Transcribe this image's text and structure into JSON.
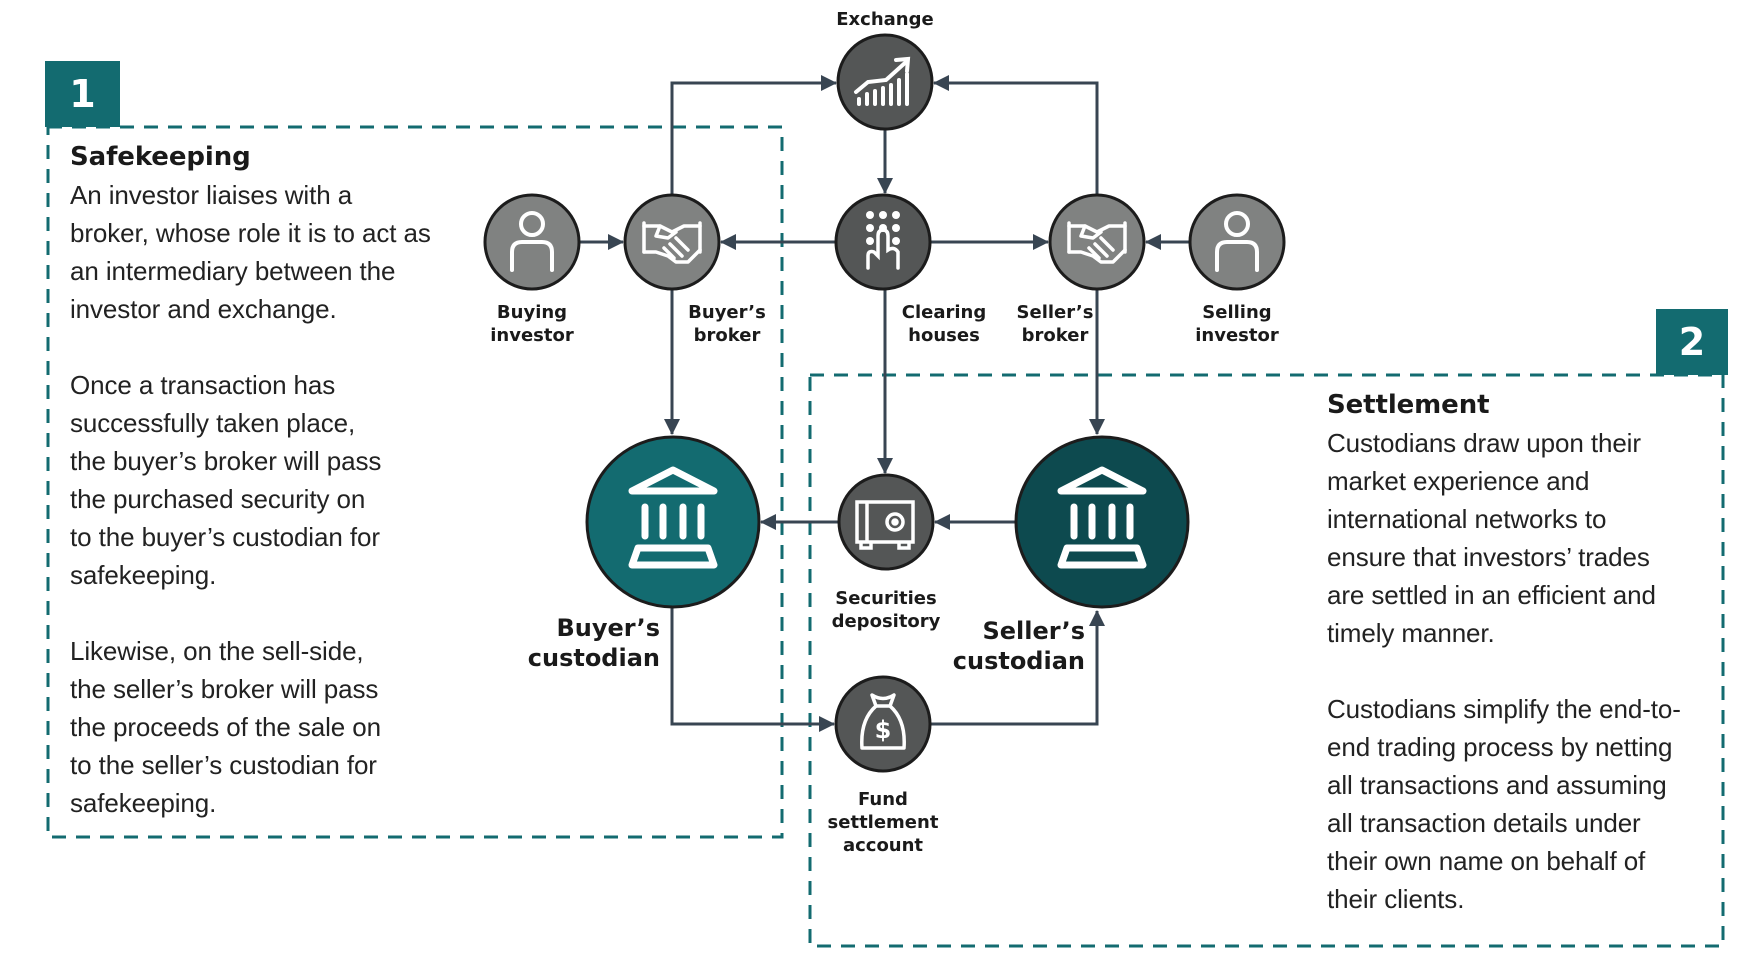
{
  "sections": [
    {
      "number": "1",
      "title": "Safekeeping",
      "paragraphs": [
        "An investor liaises with a\nbroker, whose role it is to act as\nan intermediary between the\ninvestor and exchange.",
        "Once a transaction has\nsuccessfully taken place,\nthe buyer’s broker will pass\nthe purchased security on\nto the buyer’s custodian for\nsafekeeping.",
        "Likewise, on the sell-side,\nthe seller’s broker will pass\nthe proceeds of the sale on\nto the seller’s custodian for\nsafekeeping."
      ]
    },
    {
      "number": "2",
      "title": "Settlement",
      "paragraphs": [
        "Custodians draw upon their\nmarket experience and\ninternational networks to\nensure that investors’ trades\nare settled in an efficient and\ntimely manner.",
        "Custodians simplify the end-to-\nend trading process by netting\nall transactions and assuming\nall transaction details under\ntheir own name on behalf of\ntheir clients."
      ]
    }
  ],
  "nodes": {
    "exchange": {
      "label": "Exchange",
      "icon": "growth-chart-icon"
    },
    "buying_investor": {
      "label": "Buying\ninvestor",
      "icon": "person-icon"
    },
    "buyers_broker": {
      "label": "Buyer’s\nbroker",
      "icon": "handshake-icon"
    },
    "clearing_houses": {
      "label": "Clearing\nhouses",
      "icon": "keypad-touch-icon"
    },
    "sellers_broker": {
      "label": "Seller’s\nbroker",
      "icon": "handshake-icon"
    },
    "selling_investor": {
      "label": "Selling\ninvestor",
      "icon": "person-icon"
    },
    "buyers_custodian": {
      "label": "Buyer’s\ncustodian",
      "icon": "bank-icon"
    },
    "securities_depository": {
      "label": "Securities\ndepository",
      "icon": "safe-icon"
    },
    "sellers_custodian": {
      "label": "Seller’s\ncustodian",
      "icon": "bank-icon"
    },
    "fund_settlement": {
      "label": "Fund\nsettlement\naccount",
      "icon": "money-bag-icon"
    }
  },
  "colors": {
    "teal": "#136b70",
    "dark_teal": "#0d4a4f",
    "node_dark": "#545656",
    "node_mid": "#808281",
    "connector": "#384552",
    "dash": "#136b70"
  }
}
